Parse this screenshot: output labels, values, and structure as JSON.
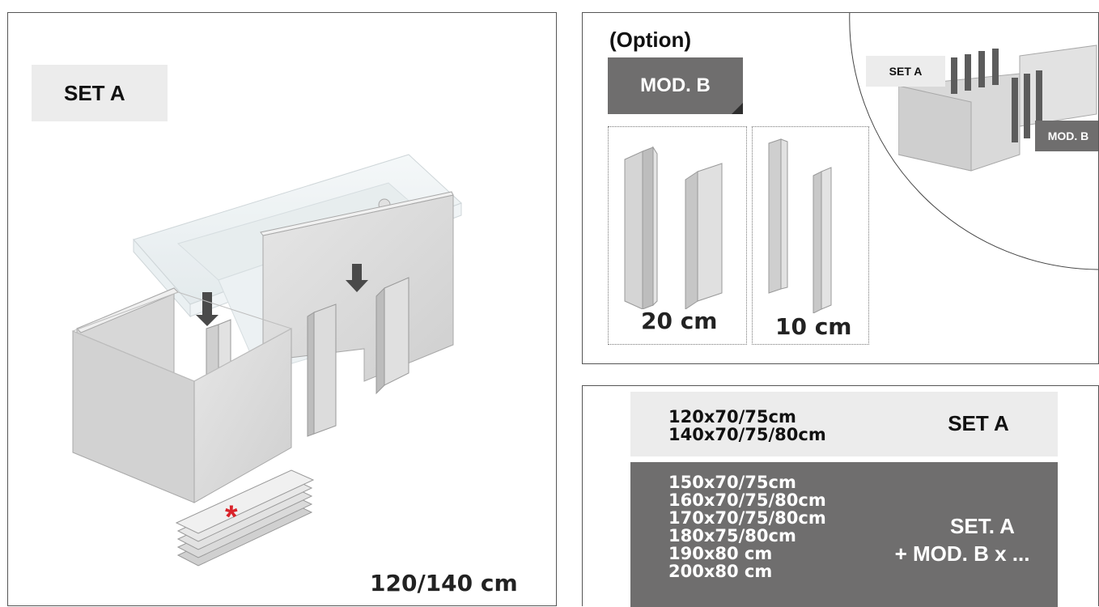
{
  "left_panel": {
    "set_label": "SET A",
    "size_label": "120/140 cm",
    "marker": "*",
    "illustration": "bathtub-assembly-exploded-view"
  },
  "option_panel": {
    "option_label": "(Option)",
    "mod_label": "MOD. B",
    "modules": [
      {
        "size": "20 cm"
      },
      {
        "size": "10 cm"
      }
    ],
    "inset": {
      "set_label": "SET A",
      "mod_label": "MOD. B"
    }
  },
  "table_panel": {
    "rows": [
      {
        "sizes": [
          "120x70/75cm",
          "140x70/75/80cm"
        ],
        "set": [
          "SET A"
        ]
      },
      {
        "sizes": [
          "150x70/75cm",
          "160x70/75/80cm",
          "170x70/75/80cm",
          "180x75/80cm",
          "190x80 cm",
          "200x80 cm"
        ],
        "set": [
          "SET. A",
          "+ MOD. B x ..."
        ]
      }
    ]
  },
  "colors": {
    "light_label_bg": "#ececec",
    "dark_label_bg": "#6f6e6e",
    "marker_red": "#d9232a",
    "panel_border": "#555555"
  }
}
